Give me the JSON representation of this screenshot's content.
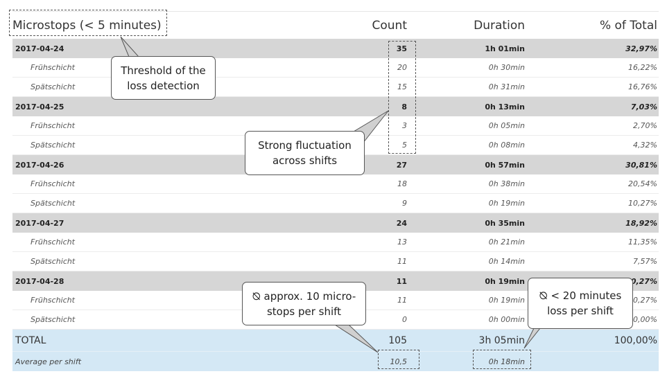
{
  "header": {
    "title": "Microstops (< 5 minutes)",
    "count": "Count",
    "duration": "Duration",
    "pct": "% of Total"
  },
  "groups": [
    {
      "date": "2017-04-24",
      "count": "35",
      "duration": "1h 01min",
      "pct": "32,97%",
      "shifts": [
        {
          "name": "Frühschicht",
          "count": "20",
          "duration": "0h 30min",
          "pct": "16,22%"
        },
        {
          "name": "Spätschicht",
          "count": "15",
          "duration": "0h 31min",
          "pct": "16,76%"
        }
      ]
    },
    {
      "date": "2017-04-25",
      "count": "8",
      "duration": "0h 13min",
      "pct": "7,03%",
      "shifts": [
        {
          "name": "Frühschicht",
          "count": "3",
          "duration": "0h 05min",
          "pct": "2,70%"
        },
        {
          "name": "Spätschicht",
          "count": "5",
          "duration": "0h 08min",
          "pct": "4,32%"
        }
      ]
    },
    {
      "date": "2017-04-26",
      "count": "27",
      "duration": "0h 57min",
      "pct": "30,81%",
      "shifts": [
        {
          "name": "Frühschicht",
          "count": "18",
          "duration": "0h 38min",
          "pct": "20,54%"
        },
        {
          "name": "Spätschicht",
          "count": "9",
          "duration": "0h 19min",
          "pct": "10,27%"
        }
      ]
    },
    {
      "date": "2017-04-27",
      "count": "24",
      "duration": "0h 35min",
      "pct": "18,92%",
      "shifts": [
        {
          "name": "Frühschicht",
          "count": "13",
          "duration": "0h 21min",
          "pct": "11,35%"
        },
        {
          "name": "Spätschicht",
          "count": "11",
          "duration": "0h 14min",
          "pct": "7,57%"
        }
      ]
    },
    {
      "date": "2017-04-28",
      "count": "11",
      "duration": "0h 19min",
      "pct": "10,27%",
      "shifts": [
        {
          "name": "Frühschicht",
          "count": "11",
          "duration": "0h 19min",
          "pct": "10,27%"
        },
        {
          "name": "Spätschicht",
          "count": "0",
          "duration": "0h 00min",
          "pct": "0,00%"
        }
      ]
    }
  ],
  "total": {
    "label": "TOTAL",
    "count": "105",
    "duration": "3h 05min",
    "pct": "100,00%"
  },
  "average": {
    "label": "Average per shift",
    "count": "10,5",
    "duration": "0h 18min",
    "pct": ""
  },
  "callouts": {
    "threshold": [
      "Threshold of the",
      "loss detection"
    ],
    "fluctuation": [
      "Strong fluctuation",
      "across shifts"
    ],
    "microstops_avg": [
      "⦰ approx. 10 micro-",
      "stops per shift"
    ],
    "loss_avg": [
      "⦰ < 20 minutes",
      "loss per shift"
    ]
  },
  "colors": {
    "group_row_bg": "#d6d6d6",
    "total_row_bg": "#d4e8f5",
    "callout_border": "#555555"
  }
}
